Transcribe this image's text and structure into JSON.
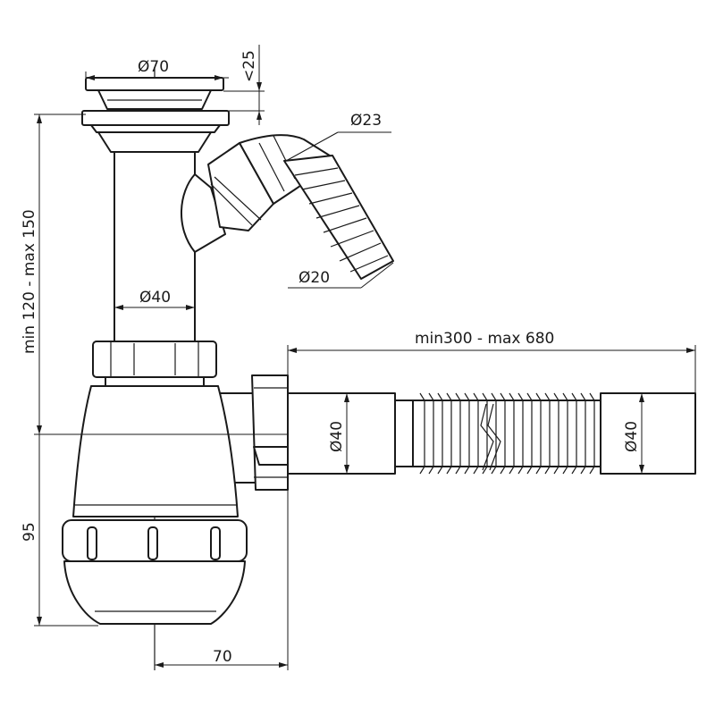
{
  "diagram": {
    "labels": {
      "d70": "Ø70",
      "lt25": "<25",
      "d23": "Ø23",
      "d40_vertical_pipe": "Ø40",
      "d20": "Ø20",
      "height_range": "min 120 - max 150",
      "length_range": "min300 - max 680",
      "d40_outlet_left": "Ø40",
      "d40_outlet_right": "Ø40",
      "h95": "95",
      "w70": "70"
    }
  }
}
